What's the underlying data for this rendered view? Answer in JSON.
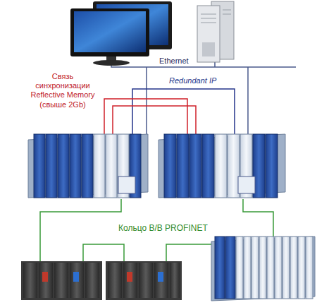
{
  "diagram": {
    "labels": [
      "Ethernet",
      "Redundant IP",
      "Связь синхронизации Reflective Memory (свыше 2Gb)",
      "Кольцо В/В PROFINET"
    ]
  }
}
